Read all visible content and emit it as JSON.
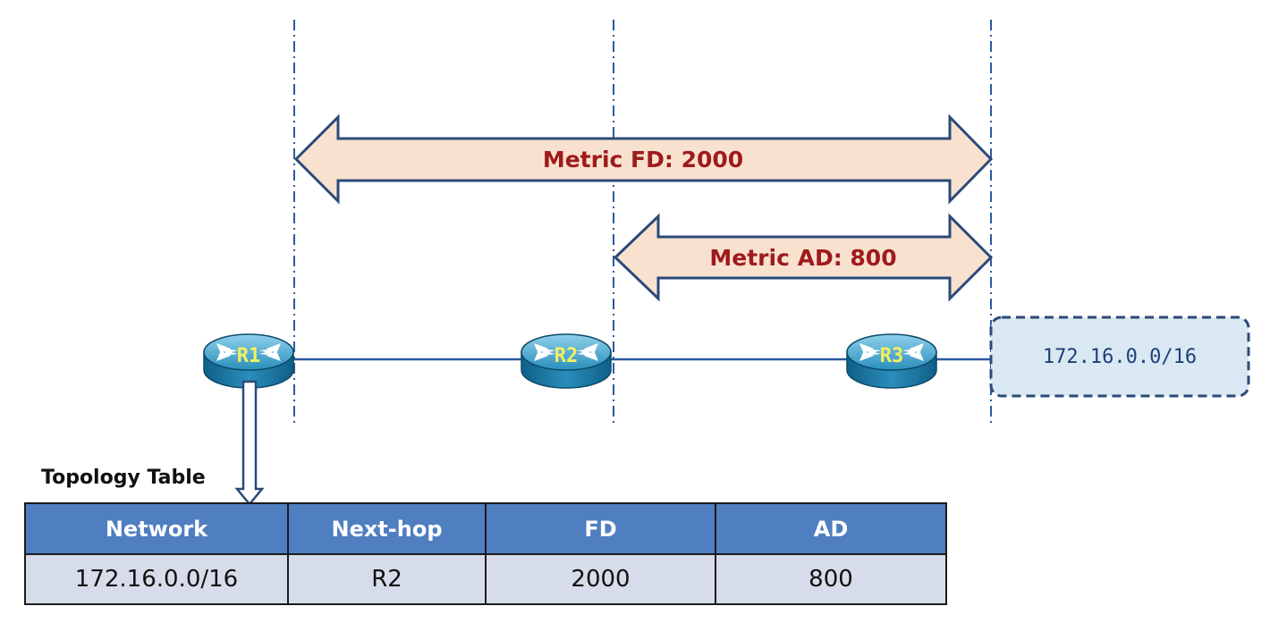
{
  "arrows": {
    "fd_label": "Metric FD: 2000",
    "ad_label": "Metric AD: 800"
  },
  "routers": [
    {
      "label": "R1"
    },
    {
      "label": "R2"
    },
    {
      "label": "R3"
    }
  ],
  "destination_network": "172.16.0.0/16",
  "topology_table": {
    "title": "Topology Table",
    "columns": [
      "Network",
      "Next-hop",
      "FD",
      "AD"
    ],
    "rows": [
      [
        "172.16.0.0/16",
        "R2",
        "2000",
        "800"
      ]
    ]
  },
  "colors": {
    "arrow_fill": "#f9e1cf",
    "arrow_stroke": "#2b4a78",
    "label_red": "#9e1b1b",
    "header_blue": "#4f7ec1",
    "row_fill": "#d7dcea",
    "network_box_fill": "#d9e8f2"
  }
}
